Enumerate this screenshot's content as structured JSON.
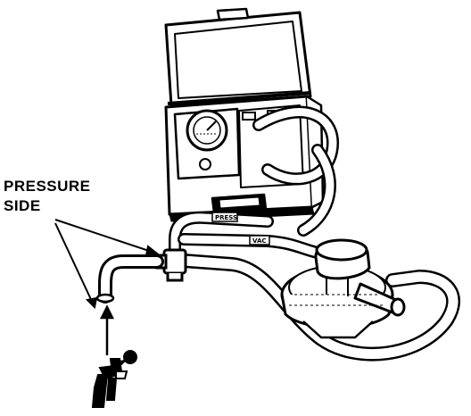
{
  "callout": {
    "line1": "PRESSURE",
    "line2": "SIDE"
  },
  "hose_labels": {
    "press": "PRESS",
    "vac": "VAC"
  },
  "colors": {
    "ink": "#000000",
    "paper": "#ffffff"
  },
  "icons": [
    "tester-case-icon",
    "pressure-gauge-icon",
    "vacuum-diaphragm-icon",
    "air-gun-icon"
  ]
}
